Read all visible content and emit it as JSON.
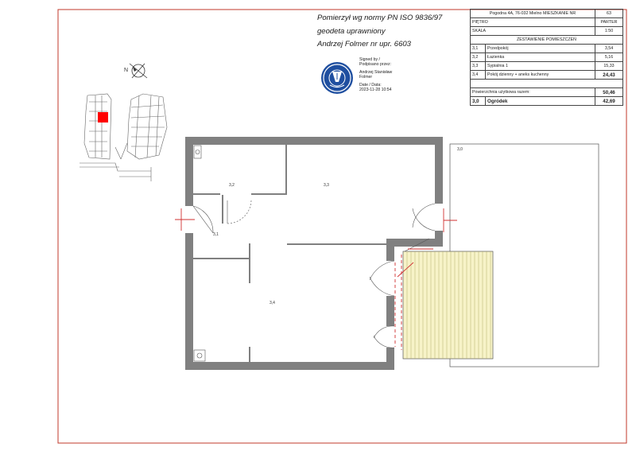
{
  "header": {
    "line1": "Pomierzył wg normy  PN ISO 9836/97",
    "line2": "geodeta uprawniony",
    "line3": "Andrzej Folmer nr upr. 6603"
  },
  "signature": {
    "signed_by": "Signed by /",
    "signed_by2": "Podpisano przez:",
    "name1": "Andrzej Stanisław",
    "name2": "Folmer",
    "date_label": "Date / Data:",
    "date_value": "2023-11-28 10:54"
  },
  "compass": {
    "label": "N"
  },
  "table": {
    "address": "Pogodna 4A, 76-032 Mielno MIESZKANIE NR",
    "apt_no": "63",
    "floor_label": "PIĘTRO",
    "floor_value": "PARTER",
    "scale_label": "SKALA",
    "scale_value": "1:50",
    "rooms_header": "ZESTAWIENIE POMIESZCZEŃ",
    "rooms": [
      {
        "no": "3,1",
        "name": "Przedpokój",
        "area": "3,54"
      },
      {
        "no": "3,2",
        "name": "Łazienka",
        "area": "5,16"
      },
      {
        "no": "3,3",
        "name": "Sypialnia 1",
        "area": "15,33"
      },
      {
        "no": "3,4",
        "name": "Pokój dzienny + aneks kuchenny",
        "area": "24,43"
      }
    ],
    "total_label": "Powierzchnia użytkowa razem:",
    "total_value": "50,46",
    "garden_no": "3,0",
    "garden_label": "Ogródek",
    "garden_value": "42,69"
  },
  "plan": {
    "room_3_0": "3,0",
    "room_3_1": "3,1",
    "room_3_2": "3,2",
    "room_3_3": "3,3",
    "room_3_4": "3,4"
  },
  "colors": {
    "frame": "#c0392b",
    "wall": "#808080",
    "terrace_fill": "#f7f3c8",
    "locator_highlight": "#ff0000",
    "seal_blue": "#1f4fa0"
  }
}
